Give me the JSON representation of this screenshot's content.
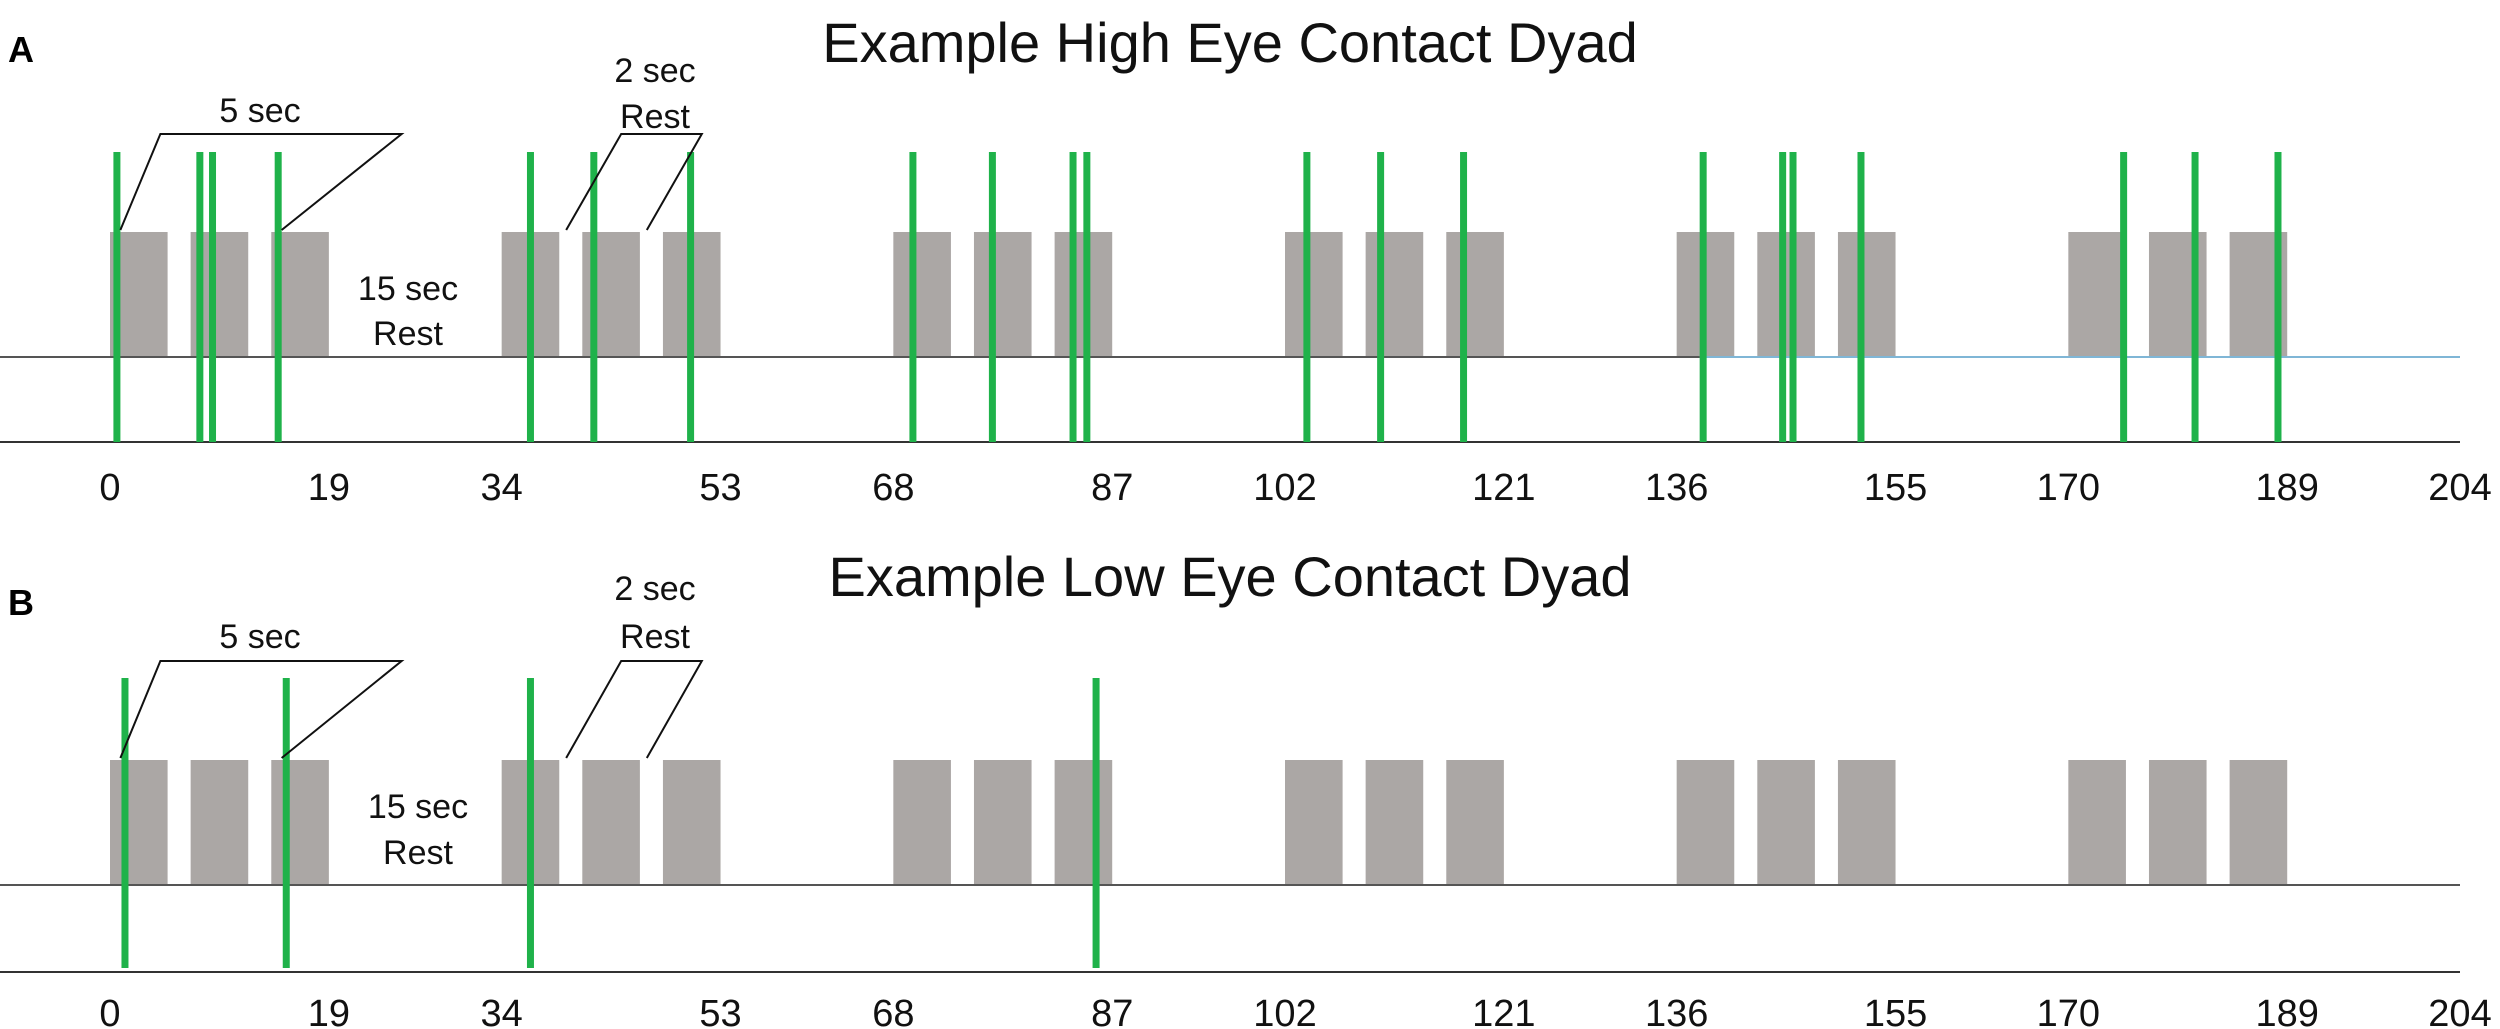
{
  "chart_data": [
    {
      "type": "timeline",
      "panel_label": "A",
      "title": "Example High Eye Contact Dyad",
      "x_ticks": [
        0,
        19,
        34,
        53,
        68,
        87,
        102,
        121,
        136,
        155,
        170,
        189,
        204
      ],
      "x_tick_labels": [
        "0",
        "19",
        "34",
        "53",
        "68",
        "87",
        "102",
        "121",
        "136",
        "155",
        "170",
        "189",
        "204"
      ],
      "xlim": [
        0,
        204
      ],
      "blocks": [
        [
          0,
          5
        ],
        [
          7,
          12
        ],
        [
          14,
          19
        ],
        [
          34,
          39
        ],
        [
          41,
          46
        ],
        [
          48,
          53
        ],
        [
          68,
          73
        ],
        [
          75,
          80
        ],
        [
          82,
          87
        ],
        [
          102,
          107
        ],
        [
          109,
          114
        ],
        [
          116,
          121
        ],
        [
          136,
          141
        ],
        [
          143,
          148
        ],
        [
          150,
          155
        ],
        [
          170,
          175
        ],
        [
          177,
          182
        ],
        [
          184,
          189
        ]
      ],
      "events": [
        0.6,
        7.8,
        8.9,
        14.6,
        36.5,
        42.0,
        50.4,
        69.7,
        76.6,
        83.6,
        84.8,
        103.9,
        110.3,
        117.5,
        138.3,
        145.2,
        146.1,
        152.0,
        174.8,
        181.0,
        188.2
      ],
      "annotations": {
        "block_label": "5 sec",
        "short_rest_label": [
          "2 sec",
          "Rest"
        ],
        "long_rest_label": [
          "15 sec",
          "Rest"
        ]
      },
      "colors": {
        "block": "#aba7a5",
        "event": "#1fb24a",
        "baseline": "#555555",
        "baseline_alt": "#7fb6d6"
      }
    },
    {
      "type": "timeline",
      "panel_label": "B",
      "title": "Example Low Eye Contact Dyad",
      "x_ticks": [
        0,
        19,
        34,
        53,
        68,
        87,
        102,
        121,
        136,
        155,
        170,
        189,
        204
      ],
      "x_tick_labels": [
        "0",
        "19",
        "34",
        "53",
        "68",
        "87",
        "102",
        "121",
        "136",
        "155",
        "170",
        "189",
        "204"
      ],
      "xlim": [
        0,
        204
      ],
      "blocks": [
        [
          0,
          5
        ],
        [
          7,
          12
        ],
        [
          14,
          19
        ],
        [
          34,
          39
        ],
        [
          41,
          46
        ],
        [
          48,
          53
        ],
        [
          68,
          73
        ],
        [
          75,
          80
        ],
        [
          82,
          87
        ],
        [
          102,
          107
        ],
        [
          109,
          114
        ],
        [
          116,
          121
        ],
        [
          136,
          141
        ],
        [
          143,
          148
        ],
        [
          150,
          155
        ],
        [
          170,
          175
        ],
        [
          177,
          182
        ],
        [
          184,
          189
        ]
      ],
      "events": [
        1.3,
        15.3,
        36.5,
        85.6
      ],
      "annotations": {
        "block_label": "5 sec",
        "short_rest_label": [
          "2 sec",
          "Rest"
        ],
        "long_rest_label": [
          "15 sec",
          "Rest"
        ]
      },
      "colors": {
        "block": "#aba7a5",
        "event": "#1fb24a",
        "baseline": "#555555",
        "baseline_alt": "#555555"
      }
    }
  ]
}
